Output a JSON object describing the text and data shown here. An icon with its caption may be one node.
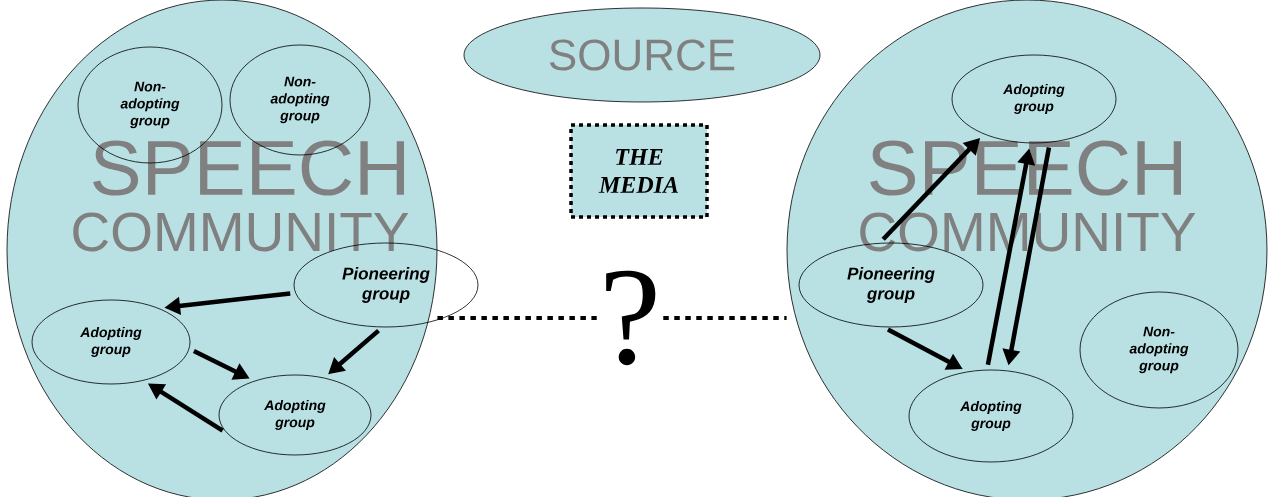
{
  "diagram": {
    "nodes": [
      {
        "text": [
          "SPEECH",
          "COMMUNITY"
        ]
      },
      {
        "text": [
          "Non- adopting group"
        ],
        "in": 0
      },
      {
        "text": [
          "Non- adopting group"
        ],
        "in": 0
      },
      {
        "text": [
          "Pioneering group"
        ]
      },
      {
        "text": [
          "Adopting group"
        ],
        "in": 0
      },
      {
        "text": [
          "Adopting group"
        ],
        "in": 0
      },
      {
        "text": [
          "SOURCE"
        ]
      },
      {
        "text": [
          "THE MEDIA"
        ]
      },
      {
        "text": [
          "?"
        ]
      },
      {
        "text": [
          "SPEECH",
          "COMMUNITY"
        ]
      },
      {
        "text": [
          "Adopting group"
        ],
        "in": 9
      },
      {
        "text": [
          "Pioneering group"
        ],
        "in": 9
      },
      {
        "text": [
          "Adopting group"
        ],
        "in": 9
      },
      {
        "text": [
          "Non- adopting group"
        ],
        "in": 9
      }
    ],
    "edges": [
      {
        "from": 3,
        "to": 4,
        "arrow": "to"
      },
      {
        "from": 3,
        "to": 5,
        "arrow": "to"
      },
      {
        "from": 4,
        "to": 5,
        "arrow": "to"
      },
      {
        "from": 5,
        "to": 4,
        "arrow": "to"
      },
      {
        "from": 11,
        "to": 10,
        "arrow": "to"
      },
      {
        "from": 11,
        "to": 12,
        "arrow": "to"
      },
      {
        "from": 12,
        "to": 10,
        "arrow": "to"
      },
      {
        "from": 10,
        "to": 12,
        "arrow": "to"
      },
      {
        "from": 0,
        "to": 8,
        "arrow": "none",
        "style": "dashed"
      },
      {
        "from": 8,
        "to": 9,
        "arrow": "none",
        "style": "dashed"
      }
    ]
  }
}
